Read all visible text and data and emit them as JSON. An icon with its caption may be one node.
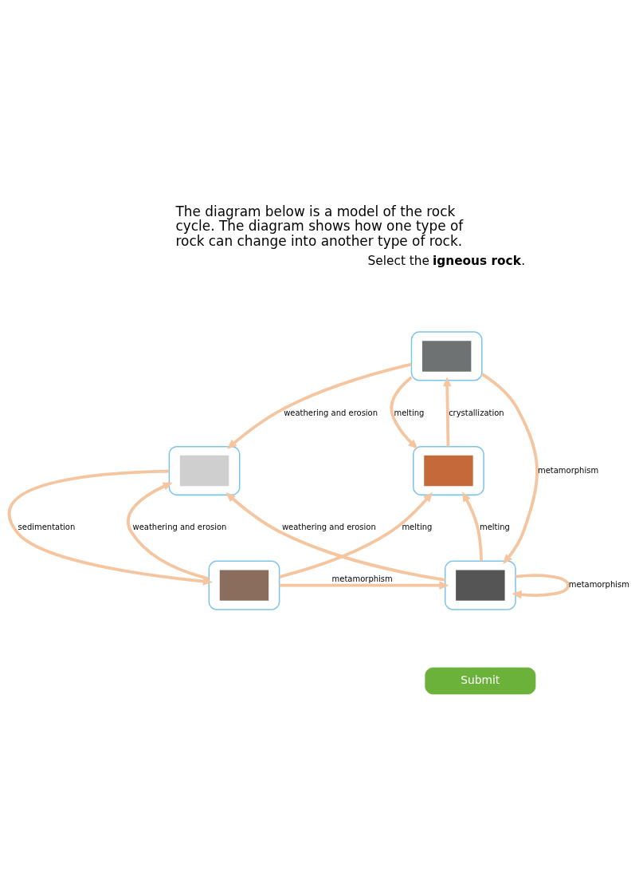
{
  "diagram": {
    "title": "The diagram below is a model of the rock cycle. The diagram shows how one type of rock can change into another type of rock.",
    "nodes": [
      {
        "text": [],
        "shape": "picture"
      },
      {
        "text": [],
        "shape": "picture"
      },
      {
        "text": [],
        "shape": "picture"
      },
      {
        "text": [],
        "shape": "picture"
      },
      {
        "text": [],
        "shape": "picture"
      }
    ],
    "edges": [
      {
        "from": 0,
        "to": 1,
        "arrow": "to",
        "label": "melting"
      },
      {
        "from": 1,
        "to": 0,
        "arrow": "to",
        "label": "crystallization"
      },
      {
        "from": 0,
        "to": 2,
        "arrow": "to",
        "label": "weathering and erosion"
      },
      {
        "from": 4,
        "to": 1,
        "arrow": "to",
        "label": "melting"
      },
      {
        "from": 3,
        "to": 2,
        "arrow": "to",
        "label": "weathering and erosion"
      },
      {
        "from": 3,
        "to": 1,
        "arrow": "to",
        "label": "melting"
      },
      {
        "from": 0,
        "to": 3,
        "arrow": "to",
        "label": "metamorphism"
      },
      {
        "from": 2,
        "to": 4,
        "arrow": "to",
        "label": "sedimentation"
      },
      {
        "from": 4,
        "to": 2,
        "arrow": "to",
        "label": "weathering and erosion"
      },
      {
        "from": 3,
        "to": 3,
        "arrow": "to",
        "label": "metamorphism"
      },
      {
        "from": 4,
        "to": 3,
        "arrow": "to",
        "label": "metamorphism"
      }
    ],
    "labels": [
      "Select the **igneous rock**.",
      "Submit"
    ]
  }
}
